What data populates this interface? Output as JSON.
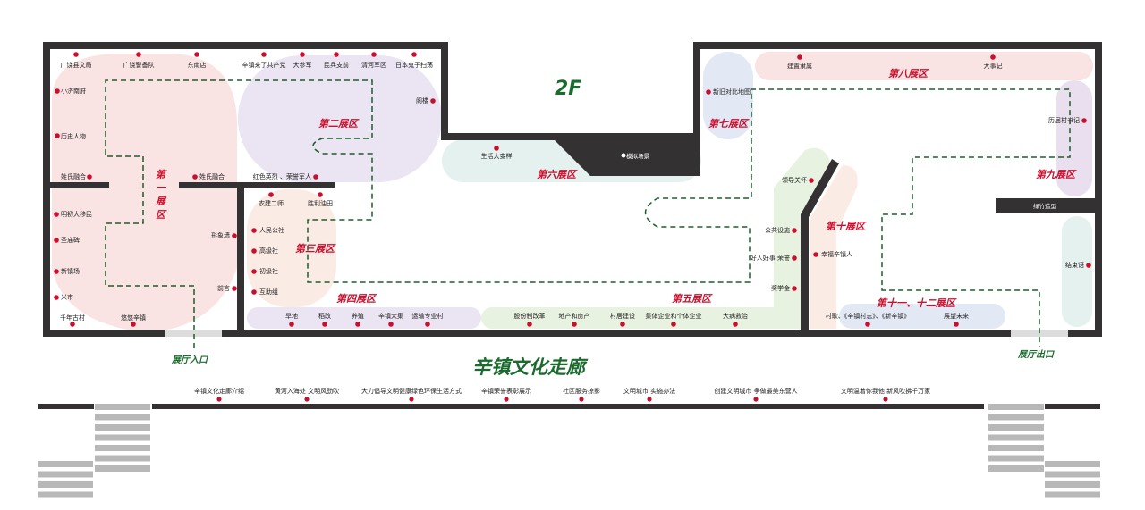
{
  "floor": "2F",
  "title": "辛镇文化走廊",
  "entrance": "展厅入口",
  "exit": "展厅出口",
  "colors": {
    "wall": "#333131",
    "accent": "#c8102e",
    "green": "#1b6b2f",
    "path": "#1b5e2a"
  },
  "zones": {
    "z1a": "第",
    "z1b": "一",
    "z1c": "展",
    "z1d": "区",
    "z2": "第二展区",
    "z3": "第三展区",
    "z4": "第四展区",
    "z5": "第五展区",
    "z6": "第六展区",
    "z7": "第七展区",
    "z8": "第八展区",
    "z9": "第九展区",
    "z10": "第十展区",
    "z1112": "第十一、十二展区"
  },
  "labels": {
    "a1": "广饶县文局",
    "a2": "广饶警备队",
    "a3": "东南店",
    "a4": "辛镇来了共产党",
    "a5": "大参军",
    "a6": "民兵支前",
    "a7": "清河军区",
    "a8": "日本鬼子扫荡",
    "a9": "小济南府",
    "a10": "历史人物",
    "a11": "姓氏融合",
    "a12": "姓氏融合",
    "a13": "红色英烈 、荣誉军人",
    "a14": "阁楼",
    "b1": "明初大移民",
    "b2": "圣庙碑",
    "b3": "新镇场",
    "b4": "米市",
    "b5": "千年古村",
    "b6": "悠悠辛镇",
    "b7": "形象墙",
    "b8": "前言",
    "c1": "农建二师",
    "c2": "胜利油田",
    "c3": "人民公社",
    "c4": "高级社",
    "c5": "初级社",
    "c6": "互助组",
    "d1": "旱地",
    "d2": "稻改",
    "d3": "养殖",
    "d4": "辛镇大集",
    "d5": "运输专业村",
    "e1": "股份制改革",
    "e2": "地产和房产",
    "e3": "村居建设",
    "e4": "集体企业和个体企业",
    "e5": "大病救治",
    "e6": "奖学金",
    "e7": "好人好事 荣誉",
    "e8": "公共设施",
    "e9": "领导关怀",
    "f1": "生活大变样",
    "f2": "模拟场景",
    "g1": "新旧对比地图",
    "h1": "建置隶属",
    "h2": "大事记",
    "i1": "历届村书记",
    "i2": "绿竹造型",
    "i3": "结束语",
    "j1": "幸福辛镇人",
    "k1": "村歌、《辛镇村志》、《新辛镇》",
    "k2": "展望未来"
  },
  "corridor": [
    "辛镇文化走廊介绍",
    "黄河入海处 文明风劲吹",
    "大力倡导文明健康绿色环保生活方式",
    "辛镇荣誉表彰展示",
    "社区服务掠影",
    "文明城市 实施办法",
    "创建文明城市 争做最美东营人",
    "文明温着你我他 新风吹拂千万家"
  ]
}
